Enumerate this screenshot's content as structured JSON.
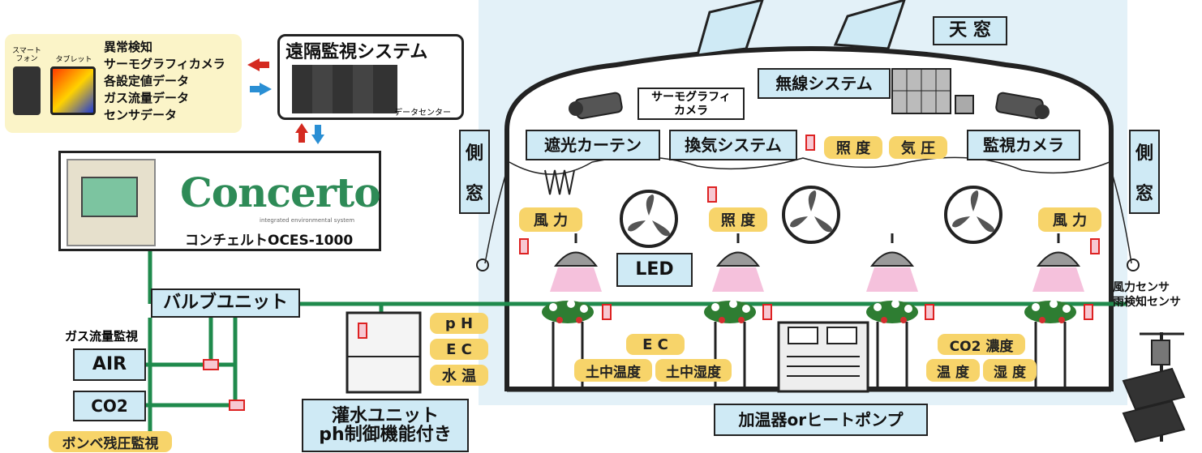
{
  "remote": {
    "system_title": "遠隔監視システム",
    "datacenter_label": "データセンター",
    "device_labels": [
      "スマート\nフォン",
      "タブレット"
    ],
    "info_items": [
      "異常検知",
      "サーモグラフィカメラ",
      "各設定値データ",
      "ガス流量データ",
      "センサデータ"
    ]
  },
  "controller": {
    "logo": "Concerto",
    "logo_sub": "integrated environmental system",
    "model": "コンチェルトOCES-1000"
  },
  "valve_unit": "バルブユニット",
  "gas": {
    "title": "ガス流量監視",
    "air": "AIR",
    "co2": "CO2",
    "cylinder": "ボンベ残圧監視"
  },
  "irrigation": {
    "title": "灌水ユニット",
    "subtitle": "ph制御機能付き",
    "ph": "p H",
    "ec": "E C",
    "water_temp": "水 温"
  },
  "greenhouse": {
    "skylight": "天  窓",
    "wireless": "無線システム",
    "thermo_cam": "サーモグラフィ\nカメラ",
    "shade_curtain": "遮光カーテン",
    "ventilation": "換気システム",
    "illuminance": "照 度",
    "pressure": "気 圧",
    "monitor_cam": "監視カメラ",
    "side_window_left": [
      "側",
      "窓"
    ],
    "side_window_right": [
      "側",
      "窓"
    ],
    "wind_left": "風 力",
    "illuminance2": "照 度",
    "wind_right": "風 力",
    "led": "LED",
    "ec": "E C",
    "soil_temp": "土中温度",
    "soil_humidity": "土中湿度",
    "co2_conc": "CO2 濃度",
    "temperature": "温 度",
    "humidity": "湿 度",
    "heater": "加温器orヒートポンプ"
  },
  "outdoor": {
    "wind_sensor": "風力センサ",
    "rain_sensor": "雨検知センサ"
  },
  "colors": {
    "box_fill": "#cfeaf5",
    "pill_fill": "#f7d46a",
    "pipe_green": "#1f8a4c",
    "sky_fill": "#e3f1f8",
    "arrow_red": "#d42a20",
    "arrow_blue": "#2a8fd4"
  }
}
